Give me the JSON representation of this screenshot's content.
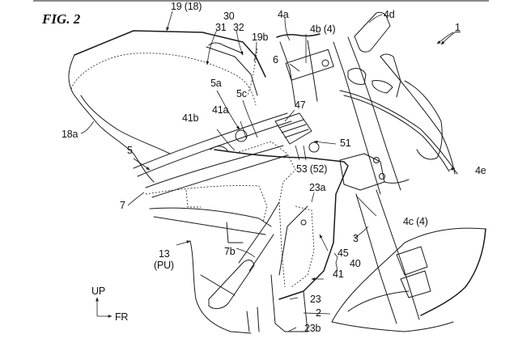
{
  "figure": {
    "title": "FIG. 2",
    "assembly_ref": "1"
  },
  "orientation": {
    "up": "UP",
    "front": "FR"
  },
  "labels": {
    "l19_18": "19 (18)",
    "l30": "30",
    "l31": "31",
    "l32": "32",
    "l19b": "19b",
    "l4a": "4a",
    "l4b_4": "4b (4)",
    "l4d": "4d",
    "l6": "6",
    "l5a": "5a",
    "l5c": "5c",
    "l41a": "41a",
    "l41b": "41b",
    "l47": "47",
    "l51": "51",
    "l53_52": "53 (52)",
    "l18a": "18a",
    "l5": "5",
    "l7": "7",
    "l4e": "4e",
    "l23a": "23a",
    "l4c_4": "4c (4)",
    "l3": "3",
    "l13": "13",
    "l_pu": "(PU)",
    "l7b": "7b",
    "l45": "45",
    "l40": "40",
    "l41": "41",
    "l23": "23",
    "l2": "2",
    "l23b": "23b"
  }
}
